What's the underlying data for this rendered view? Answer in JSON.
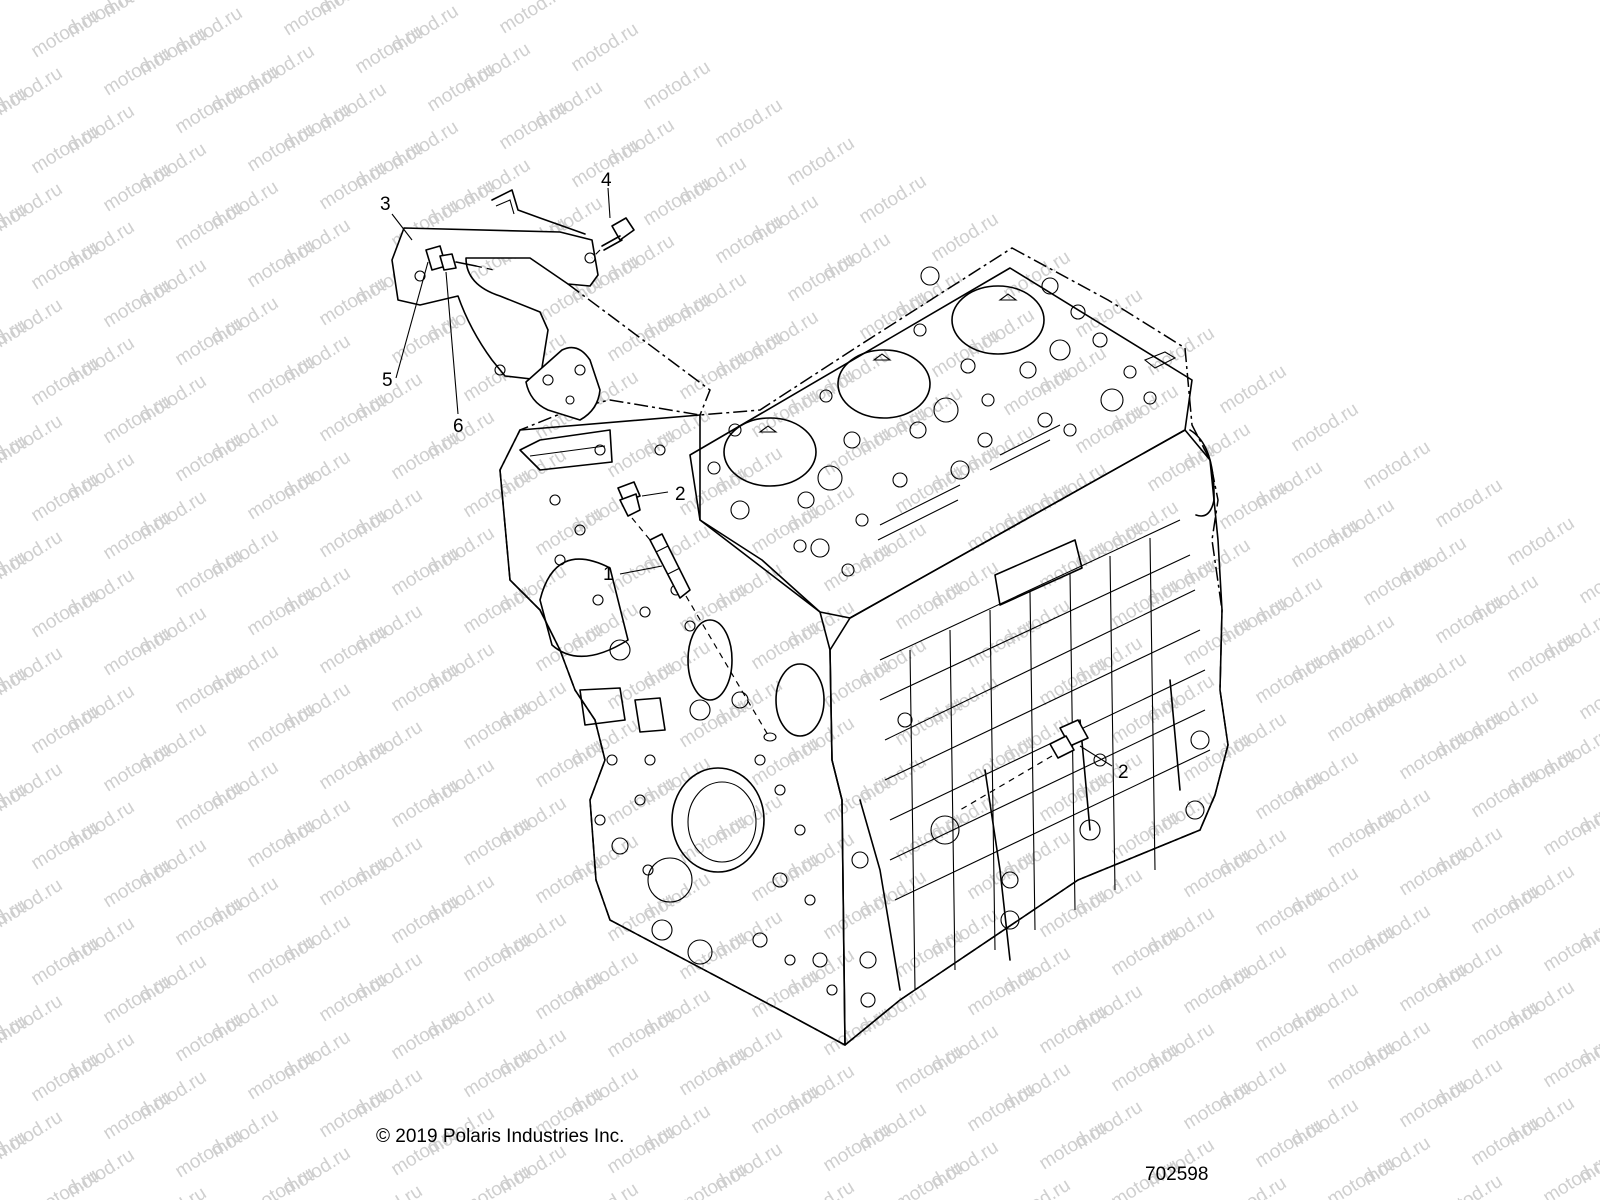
{
  "watermark": {
    "text": "motod.ru",
    "color": "#cfcfcf"
  },
  "callouts": [
    {
      "id": "1",
      "label": "1"
    },
    {
      "id": "2a",
      "label": "2"
    },
    {
      "id": "2b",
      "label": "2"
    },
    {
      "id": "3",
      "label": "3"
    },
    {
      "id": "4",
      "label": "4"
    },
    {
      "id": "5",
      "label": "5"
    },
    {
      "id": "6",
      "label": "6"
    }
  ],
  "footer": {
    "copyright": "© 2019 Polaris Industries Inc.",
    "diagram_id": "702598"
  }
}
